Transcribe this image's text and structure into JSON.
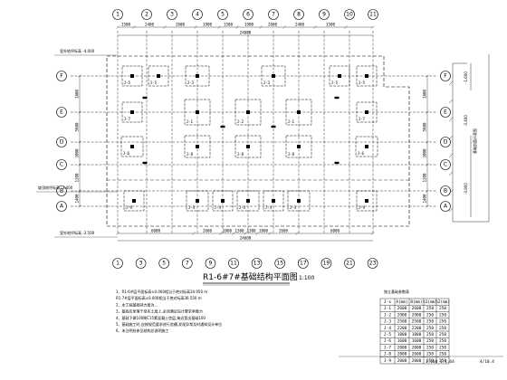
{
  "drawing": {
    "title": "R1-6#7#基础结构平面图",
    "scale": "1:100",
    "top_axes": [
      "1",
      "2",
      "3",
      "4",
      "5",
      "6",
      "7",
      "8",
      "9",
      "10",
      "11"
    ],
    "bottom_axes": [
      "1",
      "3",
      "5",
      "7",
      "9",
      "11",
      "13",
      "15",
      "17",
      "19",
      "21",
      "23"
    ],
    "left_axes": [
      "F",
      "E",
      "D",
      "C",
      "B",
      "A"
    ],
    "right_axes": [
      "F",
      "E",
      "D",
      "C",
      "B",
      "A"
    ],
    "top_dims": [
      "1500",
      "2400",
      "2600",
      "1900",
      "1500",
      "1900",
      "2600",
      "2400",
      "1500"
    ],
    "top_total": "24600",
    "bottom_dims": [
      "6000",
      "2600",
      "1000",
      "1300",
      "1300",
      "1000",
      "2600",
      "6000"
    ],
    "bottom_total": "24600",
    "left_dims": [
      "1800",
      "5600",
      "2000",
      "1200",
      "1400"
    ],
    "right_dims": [
      "1800",
      "5600",
      "2000",
      "1200",
      "1400"
    ],
    "level_labels": [
      "室外地坪标高 -4.000",
      "坡顶地坪标高 -3.400",
      "室外地坪标高 -2.500"
    ],
    "section_label": "基础剖面示意图",
    "notes": [
      "1、R1-6#层平面标高±0.000相当于绝对标高34.950 m",
      "R1-7#层平面标高±0.000相当于绝对标高36.550 m",
      "2、本工程基础持力层为...",
      "3、基底应坐落于坚实土层上,必须满足设计要求承载力",
      "4、基础下做100厚C15素混凝土垫层,每边宽出基础100",
      "5、基础施工时,应按规范要求进行验槽,发现异常及时通知设计单位",
      "6、未注明处参见结构总说明施工"
    ],
    "table_title": "独立基础参数表",
    "table_headers": [
      "J-x",
      "A(mm)",
      "B(mm)",
      "h1(mm)",
      "h2(mm)"
    ],
    "table_rows": [
      [
        "J-1",
        "2600",
        "2600",
        "250",
        "250"
      ],
      [
        "J-2",
        "2900",
        "2900",
        "250",
        "250"
      ],
      [
        "J-3",
        "2500",
        "2500",
        "250",
        "250"
      ],
      [
        "J-4",
        "2200",
        "2200",
        "250",
        "250"
      ],
      [
        "J-5",
        "1800",
        "1800",
        "250",
        "250"
      ],
      [
        "J-6",
        "1600",
        "1600",
        "250",
        "250"
      ],
      [
        "J-7",
        "2000",
        "2000",
        "250",
        "250"
      ],
      [
        "J-8",
        "2800",
        "2600",
        "250",
        "250"
      ],
      [
        "J-9",
        "2000",
        "2000",
        "250",
        "250"
      ]
    ],
    "footer_text": "1:100  1:1.64",
    "footer_code": "4/10.4"
  }
}
